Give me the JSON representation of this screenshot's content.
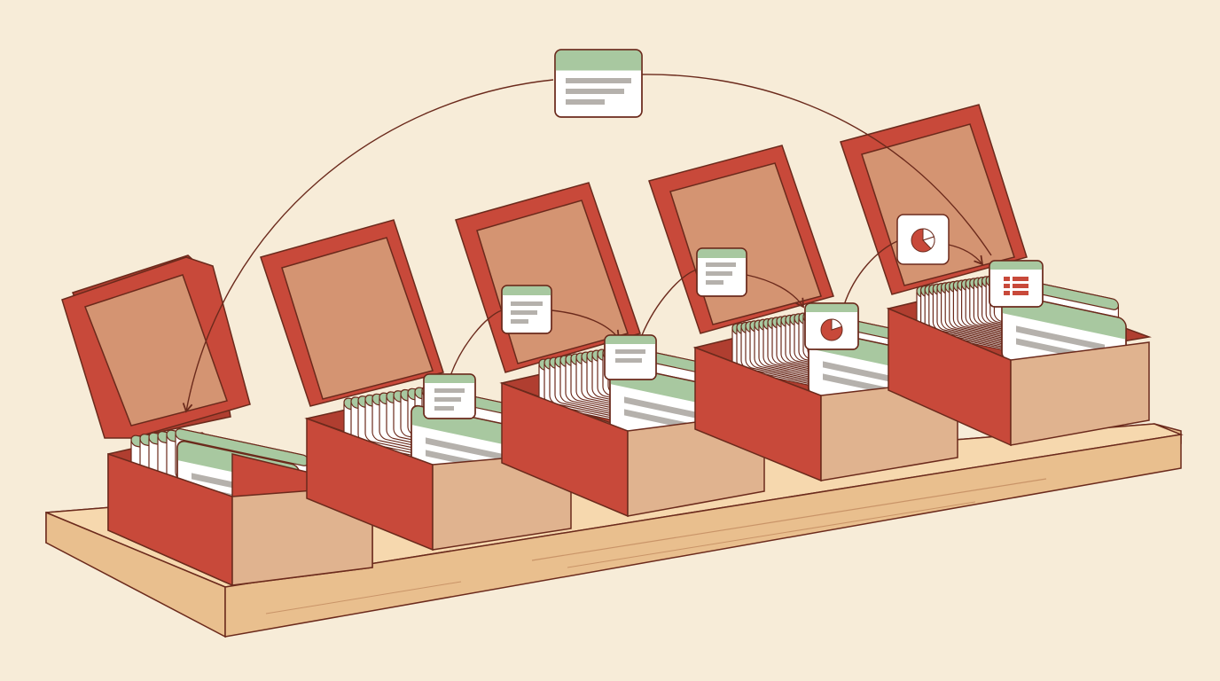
{
  "colors": {
    "background": "#f7ecd8",
    "outline": "#6b2a1c",
    "box_red": "#c8493a",
    "box_red_dark": "#b03e30",
    "lid_inner": "#d49472",
    "cardboard_front": "#e0b38f",
    "card_header_green": "#a8c8a0",
    "card_white": "#ffffff",
    "text_line_gray": "#b5b1ac",
    "shelf_top": "#f6d8ae",
    "shelf_front": "#e9bf8e",
    "icon_red": "#c8493a"
  },
  "boxes": [
    {
      "name": "box-1",
      "card_count": 6
    },
    {
      "name": "box-2",
      "card_count": 12
    },
    {
      "name": "box-3",
      "card_count": 16
    },
    {
      "name": "box-4",
      "card_count": 18
    },
    {
      "name": "box-5",
      "card_count": 20
    }
  ],
  "moving_cards": [
    {
      "name": "card-returning-to-box-1",
      "icon": "text-lines-icon"
    },
    {
      "name": "card-box-2-to-box-3",
      "icon": "text-lines-icon"
    },
    {
      "name": "card-box-3-to-box-4",
      "icon": "text-lines-icon"
    },
    {
      "name": "card-box-4-to-box-5",
      "icon": "pie-chart-icon"
    }
  ],
  "tab_cards": [
    {
      "box": "box-2",
      "icon": "text-lines-icon"
    },
    {
      "box": "box-3",
      "icon": "text-lines-icon"
    },
    {
      "box": "box-4",
      "icon": "pie-chart-icon"
    },
    {
      "box": "box-5",
      "icon": "table-icon"
    }
  ]
}
